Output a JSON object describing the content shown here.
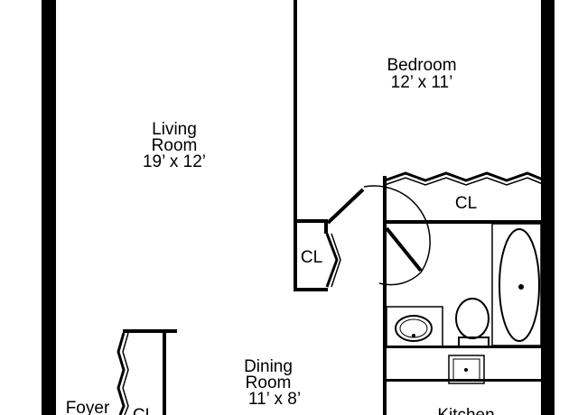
{
  "colors": {
    "wall": "#000000",
    "door_swing": "#999999",
    "background": "#ffffff"
  },
  "rooms": {
    "bedroom": {
      "name": "Bedroom",
      "size": "12’ x 11’"
    },
    "living": {
      "name_line1": "Living",
      "name_line2": "Room",
      "size": "19’ x 12’"
    },
    "dining": {
      "name_line1": "Dining",
      "name_line2": "Room",
      "size": "11’ x 8’"
    },
    "foyer": {
      "name": "Foyer"
    },
    "kitchen": {
      "name": "Kitchen"
    }
  },
  "closets": {
    "bedroom": "CL",
    "hall": "CL",
    "foyer": "CL"
  }
}
